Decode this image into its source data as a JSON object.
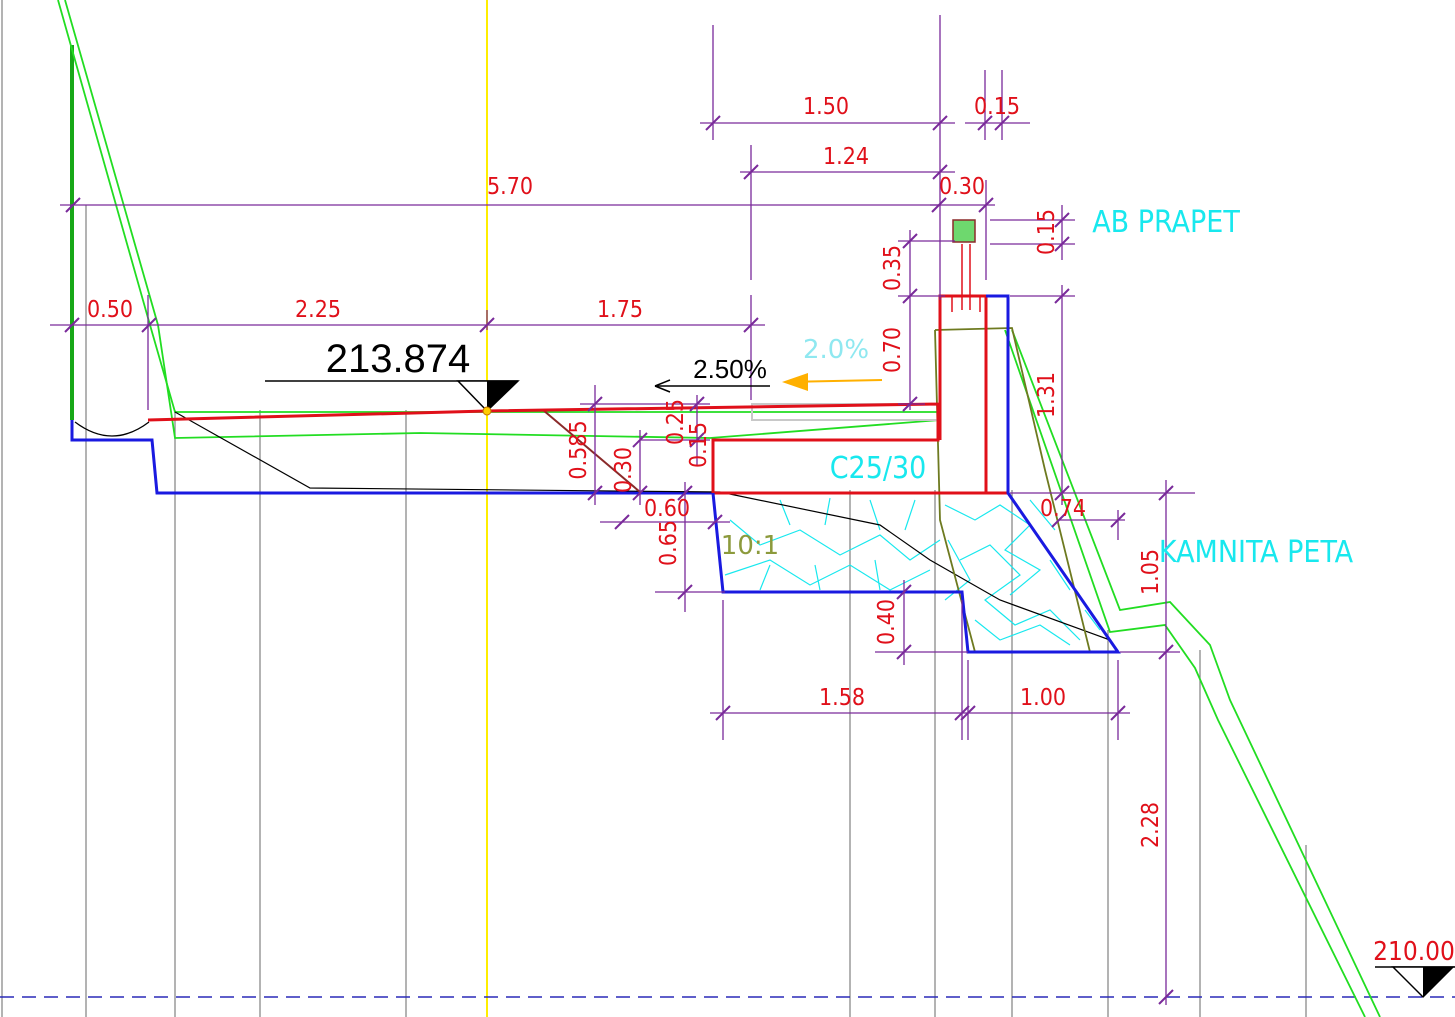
{
  "labels": {
    "elev_top": "213.874",
    "elev_bottom": "210.00",
    "slope_road": "2.50%",
    "slope_pavement": "2.0%",
    "batter": "10:1",
    "concrete": "C25/30",
    "parapet": "AB PRAPET",
    "stone_toe": "KAMNITA PETA"
  },
  "dims": {
    "d_5_70": "5.70",
    "d_0_50": "0.50",
    "d_2_25": "2.25",
    "d_1_75": "1.75",
    "d_1_50": "1.50",
    "d_1_24": "1.24",
    "d_0_30_top": "0.30",
    "d_0_15_top": "0.15",
    "d_0_15_side": "0.15",
    "d_0_35": "0.35",
    "d_0_70": "0.70",
    "d_1_31": "1.31",
    "d_0_25": "0.25",
    "d_0_15_mid": "0.15",
    "d_0_585": "0.585",
    "d_0_30_mid": "0.30",
    "d_0_60": "0.60",
    "d_0_65": "0.65",
    "d_0_74": "0.74",
    "d_1_05": "1.05",
    "d_0_40": "0.40",
    "d_1_58": "1.58",
    "d_1_00": "1.00",
    "d_2_28": "2.28"
  },
  "colors": {
    "dimension": "#e0101a",
    "dimension_line": "#7a2a9a",
    "terrain": "#22dd22",
    "foundation": "#1a1ae0",
    "wall": "#e0101a",
    "label_cyan": "#18e8ee",
    "axis": "#ffee00"
  }
}
